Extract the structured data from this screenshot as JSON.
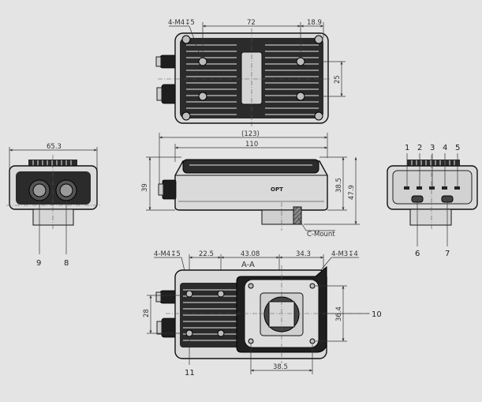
{
  "dims": {
    "top_screw": "4-M4↧5",
    "top_72": "72",
    "top_18_9": "18.9",
    "top_25": "25",
    "front_123": "(123)",
    "front_110": "110",
    "front_39": "39",
    "front_38_5": "38.5",
    "front_47_9": "47.9",
    "front_cmount": "C-Mount",
    "left_65_3": "65.3",
    "bot_screw_left": "4-M4↧5",
    "bot_22_5": "22.5",
    "bot_43_08": "43.08",
    "bot_34_3": "34.3",
    "bot_screw_right": "4-M3↧4",
    "bot_section": "A-A",
    "bot_28": "28",
    "bot_36_4": "36.4",
    "bot_38_5": "38.5"
  },
  "callouts": {
    "n1": "1",
    "n2": "2",
    "n3": "3",
    "n4": "4",
    "n5": "5",
    "n6": "6",
    "n7": "7",
    "n8": "8",
    "n9": "9",
    "n10": "10",
    "n11": "11"
  },
  "logo": "OPT"
}
